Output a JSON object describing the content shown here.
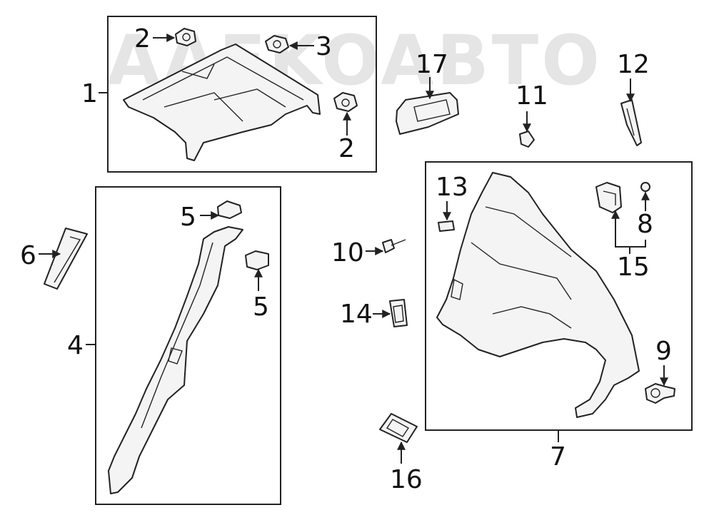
{
  "watermark": {
    "text": "AAEKOABTO"
  },
  "callouts": {
    "c1": "1",
    "c2a": "2",
    "c2b": "2",
    "c3": "3",
    "c4": "4",
    "c5a": "5",
    "c5b": "5",
    "c6": "6",
    "c7": "7",
    "c8": "8",
    "c9": "9",
    "c10": "10",
    "c11": "11",
    "c12": "12",
    "c13": "13",
    "c14": "14",
    "c15": "15",
    "c16": "16",
    "c17": "17"
  }
}
